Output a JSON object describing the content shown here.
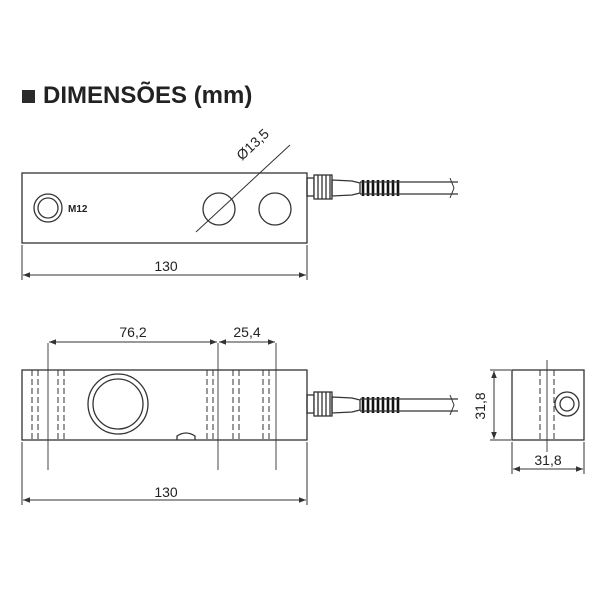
{
  "heading": "DIMENSÕES (mm)",
  "colors": {
    "line": "#333333",
    "text": "#222222",
    "cable": "#111111"
  },
  "top_view": {
    "thread_label": "M12",
    "length_label": "130",
    "hole_diameter_label": "Ø13,5"
  },
  "side_view": {
    "dim_76": "76,2",
    "dim_25": "25,4",
    "length_label": "130"
  },
  "end_view": {
    "height_label": "31,8",
    "width_label": "31,8"
  }
}
